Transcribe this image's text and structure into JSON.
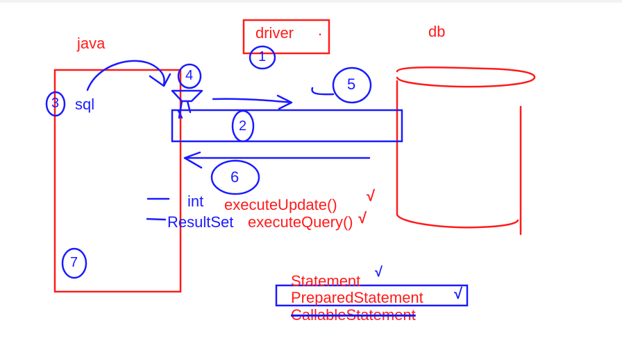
{
  "colors": {
    "red": "#ff1a1a",
    "blue": "#1a1aff"
  },
  "labels": {
    "java": "java",
    "driver": "driver",
    "driver_dot": ".",
    "db": "db",
    "sql": "sql",
    "int": "int",
    "result_set": "ResultSet",
    "execute_update": "executeUpdate()",
    "execute_query": "executeQuery()",
    "statement": "Statement",
    "prepared_statement": "PreparedStatement",
    "callable_statement": "CallableStatement"
  },
  "step_numbers": {
    "step_1": "1",
    "step_2": "2",
    "step_3": "3",
    "step_4": "4",
    "step_5": "5",
    "step_6": "6",
    "step_7": "7"
  },
  "checkmarks": {
    "update": "√",
    "query": "√",
    "statement": "√",
    "prepared": "√"
  }
}
